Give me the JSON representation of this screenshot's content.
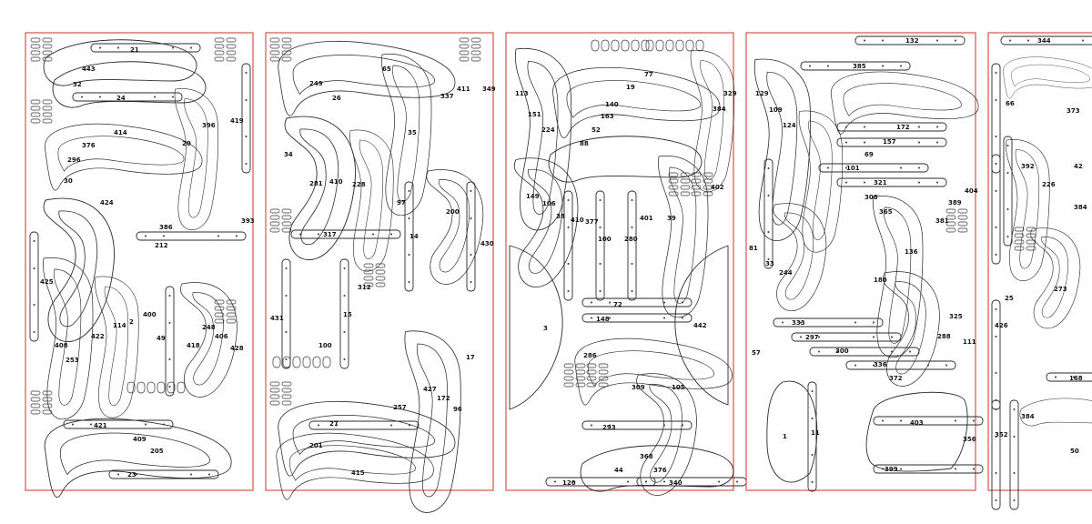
{
  "colors": {
    "sheet_border": "#d2584a",
    "part_stroke": "#2a2a2a",
    "background": "#ffffff"
  },
  "sheets": [
    {
      "id": "sheet-1",
      "labels": [
        "21",
        "443",
        "32",
        "24",
        "414",
        "376",
        "296",
        "30",
        "20",
        "396",
        "419",
        "424",
        "393",
        "386",
        "212",
        "425",
        "2",
        "114",
        "400",
        "422",
        "253",
        "408",
        "49",
        "418",
        "248",
        "406",
        "428",
        "421",
        "409",
        "205",
        "23"
      ]
    },
    {
      "id": "sheet-2",
      "labels": [
        "249",
        "65",
        "26",
        "337",
        "411",
        "349",
        "34",
        "35",
        "410",
        "281",
        "228",
        "97",
        "200",
        "317",
        "14",
        "430",
        "431",
        "312",
        "15",
        "100",
        "17",
        "27",
        "427",
        "172",
        "96",
        "257",
        "201",
        "415"
      ]
    },
    {
      "id": "sheet-3",
      "labels": [
        "77",
        "113",
        "19",
        "329",
        "151",
        "140",
        "384",
        "224",
        "163",
        "52",
        "88",
        "149",
        "106",
        "38",
        "410",
        "377",
        "100",
        "401",
        "39",
        "402",
        "280",
        "72",
        "3",
        "148",
        "442",
        "286",
        "309",
        "105",
        "293",
        "368",
        "376",
        "44",
        "340",
        "120"
      ]
    },
    {
      "id": "sheet-4",
      "labels": [
        "132",
        "385",
        "129",
        "109",
        "124",
        "172",
        "157",
        "69",
        "101",
        "321",
        "308",
        "389",
        "404",
        "365",
        "381",
        "136",
        "81",
        "33",
        "244",
        "180",
        "325",
        "333",
        "297",
        "288",
        "300",
        "111",
        "57",
        "336",
        "372",
        "403",
        "11",
        "356",
        "399",
        "1"
      ]
    },
    {
      "id": "sheet-5",
      "labels": [
        "344",
        "66",
        "373",
        "392",
        "226",
        "42",
        "384",
        "25",
        "273",
        "426",
        "168",
        "352",
        "384",
        "50"
      ]
    }
  ]
}
